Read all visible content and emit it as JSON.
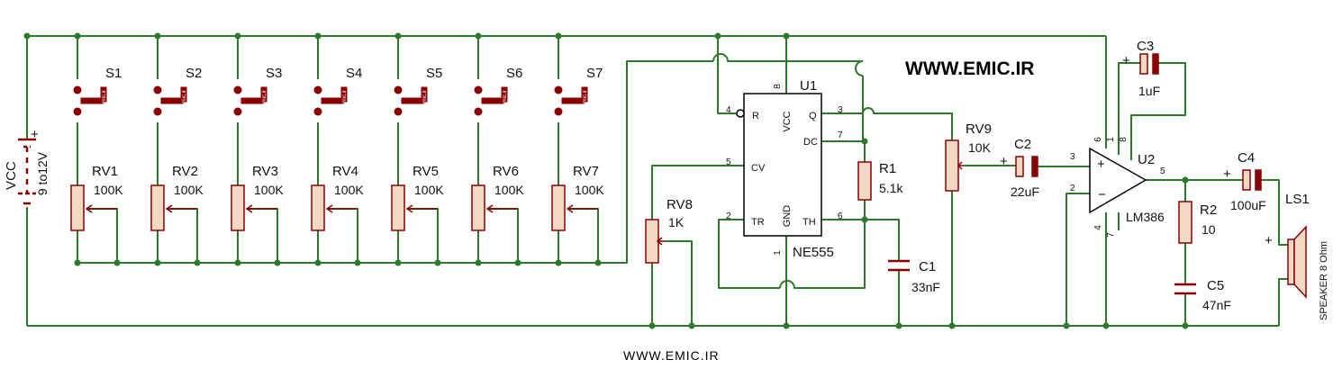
{
  "colors": {
    "wire": "#2a7a2a",
    "component": "#8b0000",
    "body": "#f2d9c4",
    "ic_body": "#ffffff",
    "website": "#c00000",
    "footer": "#8a2be2"
  },
  "website_title": "WWW.EMIC.IR",
  "footer_text": "WWW.EMIC.IR",
  "power": {
    "ref": "VCC",
    "value": "9 to12V",
    "plus": "+"
  },
  "switch_tag": "www.emic.ir",
  "channels": [
    {
      "switch": "S1",
      "pot": "RV1",
      "value": "100K"
    },
    {
      "switch": "S2",
      "pot": "RV2",
      "value": "100K"
    },
    {
      "switch": "S3",
      "pot": "RV3",
      "value": "100K"
    },
    {
      "switch": "S4",
      "pot": "RV4",
      "value": "100K"
    },
    {
      "switch": "S5",
      "pot": "RV5",
      "value": "100K"
    },
    {
      "switch": "S6",
      "pot": "RV6",
      "value": "100K"
    },
    {
      "switch": "S7",
      "pot": "RV7",
      "value": "100K"
    }
  ],
  "u1": {
    "ref": "U1",
    "part": "NE555",
    "pins": {
      "r": "R",
      "vcc": "VCC",
      "q": "Q",
      "dc": "DC",
      "cv": "CV",
      "tr": "TR",
      "gnd": "GND",
      "th": "TH"
    },
    "pin_numbers": {
      "r": "4",
      "vcc": "8",
      "q": "3",
      "dc": "7",
      "cv": "5",
      "tr": "2",
      "gnd": "1",
      "th": "6"
    }
  },
  "rv8": {
    "ref": "RV8",
    "value": "1K"
  },
  "r1": {
    "ref": "R1",
    "value": "5.1k"
  },
  "c1": {
    "ref": "C1",
    "value": "33nF"
  },
  "rv9": {
    "ref": "RV9",
    "value": "10K"
  },
  "c2": {
    "ref": "C2",
    "value": "22uF",
    "plus": "+"
  },
  "u2": {
    "ref": "U2",
    "part": "LM386",
    "plus": "+",
    "minus": "−",
    "pin_numbers": {
      "in_plus": "3",
      "in_minus": "2",
      "out": "5",
      "p6": "6",
      "p1": "1",
      "p8": "8",
      "p4": "4",
      "p7": "7"
    }
  },
  "c3": {
    "ref": "C3",
    "value": "1uF",
    "plus": "+"
  },
  "c4": {
    "ref": "C4",
    "value": "100uF",
    "plus": "+"
  },
  "r2": {
    "ref": "R2",
    "value": "10"
  },
  "c5": {
    "ref": "C5",
    "value": "47nF"
  },
  "ls1": {
    "ref": "LS1",
    "value": "SPEAKER 8 Ohm",
    "plus": "+"
  }
}
